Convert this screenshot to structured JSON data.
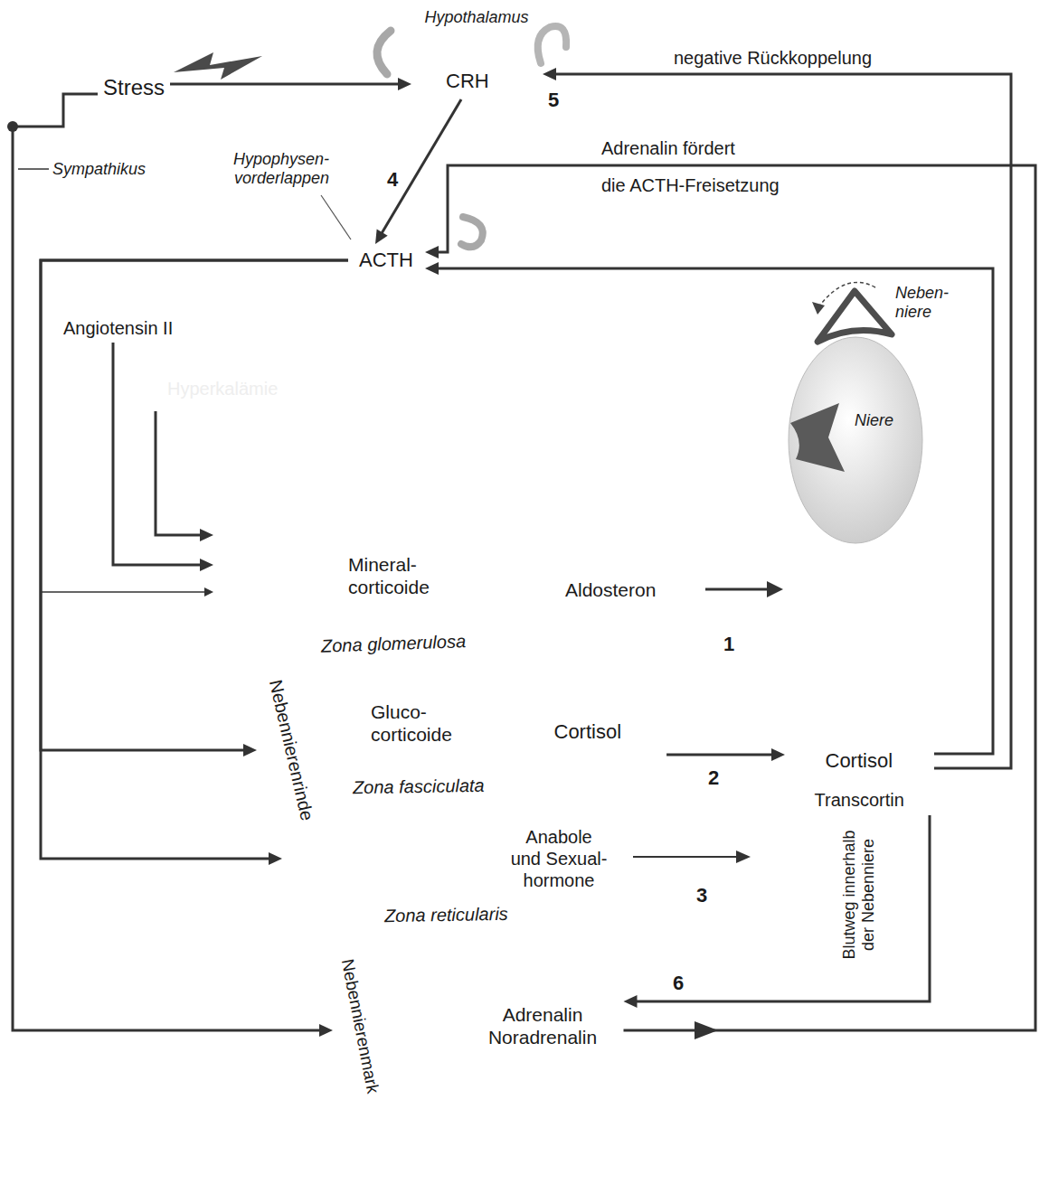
{
  "diagram": {
    "nodes": [
      {
        "text": [
          "Stress"
        ]
      },
      {
        "text": [
          "Hypothalamus",
          "CRH"
        ]
      },
      {
        "text": [
          "ACTH"
        ]
      },
      {
        "text": [
          "Angiotensin II"
        ]
      },
      {
        "text": [
          "Hyperkalämie"
        ]
      },
      {
        "text": [
          "Nebennierenrinde"
        ]
      },
      {
        "text": [
          "Mineral- corticoide",
          "Zona glomerulosa"
        ],
        "in": 5
      },
      {
        "text": [
          "Aldosteron"
        ],
        "in": 6
      },
      {
        "text": [
          "Gluco- corticoide",
          "Zona fasciculata"
        ],
        "in": 5
      },
      {
        "text": [
          "Cortisol"
        ],
        "in": 8
      },
      {
        "text": [
          "Zona reticularis"
        ],
        "in": 5
      },
      {
        "text": [
          "Anabole und Sexual- hormone"
        ],
        "in": 10
      },
      {
        "text": [
          "Nebennierenmark"
        ]
      },
      {
        "text": [
          "Adrenalin Noradrenalin"
        ],
        "in": 12
      },
      {
        "text": [
          "Cortisol",
          "Transcortin"
        ]
      }
    ],
    "edges": [
      {
        "from": 0,
        "to": 1,
        "arrow": "to"
      },
      {
        "from": 0,
        "to": 12,
        "arrow": "to"
      },
      {
        "from": 1,
        "to": 2,
        "arrow": "to"
      },
      {
        "from": 2,
        "to": 6,
        "arrow": "to"
      },
      {
        "from": 2,
        "to": 8,
        "arrow": "to"
      },
      {
        "from": 2,
        "to": 10,
        "arrow": "to"
      },
      {
        "from": 3,
        "to": 6,
        "arrow": "to"
      },
      {
        "from": 4,
        "to": 6,
        "arrow": "to"
      },
      {
        "from": 9,
        "to": 14,
        "arrow": "to"
      },
      {
        "from": 14,
        "to": 1,
        "arrow": "to"
      },
      {
        "from": 14,
        "to": 2,
        "arrow": "to"
      },
      {
        "from": 14,
        "to": 13,
        "arrow": "to"
      },
      {
        "from": 13,
        "to": 2,
        "arrow": "to"
      }
    ],
    "labels": [
      "Sympathikus",
      "Hypophysen- vorderlappen",
      "4",
      "negative Rückkoppelung",
      "5",
      "Adrenalin fördert",
      "die ACTH-Freisetzung",
      "Neben- niere",
      "Niere",
      "1",
      "2",
      "3",
      "Blutweg innerhalb der Nebenniere",
      "6"
    ]
  }
}
